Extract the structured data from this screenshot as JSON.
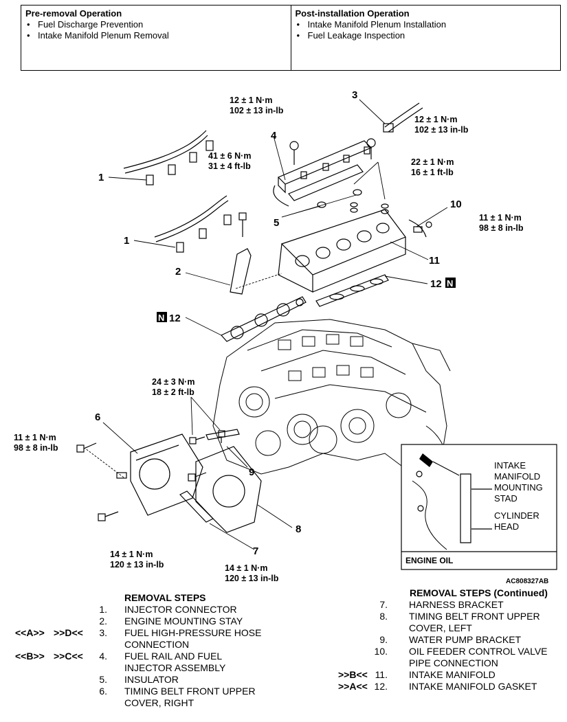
{
  "operations": {
    "pre": {
      "title": "Pre-removal Operation",
      "items": [
        "Fuel Discharge Prevention",
        "Intake Manifold Plenum Removal"
      ]
    },
    "post": {
      "title": "Post-installation Operation",
      "items": [
        "Intake Manifold Plenum Installation",
        "Fuel Leakage Inspection"
      ]
    }
  },
  "diagram": {
    "callouts": {
      "c1a": "1",
      "c1b": "1",
      "c2": "2",
      "c3": "3",
      "c4": "4",
      "c5": "5",
      "c6": "6",
      "c7": "7",
      "c8": "8",
      "c9": "9",
      "c10": "10",
      "c11": "11",
      "c12a": "12",
      "c12b": "12"
    },
    "torques": {
      "t1a": "12 ± 1 N·m",
      "t1b": "102 ± 13 in-lb",
      "t2a": "12 ± 1 N·m",
      "t2b": "102 ± 13 in-lb",
      "t3a": "41 ± 6 N·m",
      "t3b": "31 ± 4 ft-lb",
      "t4a": "22 ± 1 N·m",
      "t4b": "16 ± 1 ft-lb",
      "t5a": "11 ± 1 N·m",
      "t5b": "98 ± 8 in-lb",
      "t6a": "24 ± 3 N·m",
      "t6b": "18 ± 2 ft-lb",
      "t7a": "11 ± 1 N·m",
      "t7b": "98 ± 8 in-lb",
      "t8a": "14 ± 1 N·m",
      "t8b": "120 ± 13 in-lb",
      "t9a": "14 ± 1 N·m",
      "t9b": "120 ± 13 in-lb"
    },
    "new_part_mark": "N",
    "inset": {
      "l1": "INTAKE",
      "l2": "MANIFOLD",
      "l3": "MOUNTING",
      "l4": "STAD",
      "l5": "CYLINDER",
      "l6": "HEAD",
      "footer": "ENGINE OIL"
    },
    "figure_code": "AC808327AB"
  },
  "removal_steps": {
    "title": "REMOVAL STEPS",
    "items": [
      {
        "a": "",
        "b": "",
        "n": "1.",
        "t": "INJECTOR CONNECTOR"
      },
      {
        "a": "",
        "b": "",
        "n": "2.",
        "t": "ENGINE MOUNTING STAY"
      },
      {
        "a": "<<A>>",
        "b": ">>D<<",
        "n": "3.",
        "t": "FUEL HIGH-PRESSURE HOSE"
      },
      {
        "a": "",
        "b": "",
        "n": "",
        "t": "CONNECTION"
      },
      {
        "a": "<<B>>",
        "b": ">>C<<",
        "n": "4.",
        "t": "FUEL RAIL AND FUEL"
      },
      {
        "a": "",
        "b": "",
        "n": "",
        "t": "INJECTOR ASSEMBLY"
      },
      {
        "a": "",
        "b": "",
        "n": "5.",
        "t": "INSULATOR"
      },
      {
        "a": "",
        "b": "",
        "n": "6.",
        "t": "TIMING BELT FRONT UPPER"
      },
      {
        "a": "",
        "b": "",
        "n": "",
        "t": "COVER, RIGHT"
      }
    ]
  },
  "removal_steps_cont": {
    "title": "REMOVAL STEPS (Continued)",
    "items": [
      {
        "a": "",
        "n": "7.",
        "t": "HARNESS BRACKET"
      },
      {
        "a": "",
        "n": "8.",
        "t": "TIMING BELT FRONT UPPER"
      },
      {
        "a": "",
        "n": "",
        "t": "COVER, LEFT"
      },
      {
        "a": "",
        "n": "9.",
        "t": "WATER PUMP BRACKET"
      },
      {
        "a": "",
        "n": "10.",
        "t": "OIL FEEDER CONTROL VALVE"
      },
      {
        "a": "",
        "n": "",
        "t": "PIPE CONNECTION"
      },
      {
        "a": ">>B<<",
        "n": "11.",
        "t": "INTAKE MANIFOLD"
      },
      {
        "a": ">>A<<",
        "n": "12.",
        "t": "INTAKE MANIFOLD GASKET"
      }
    ]
  }
}
